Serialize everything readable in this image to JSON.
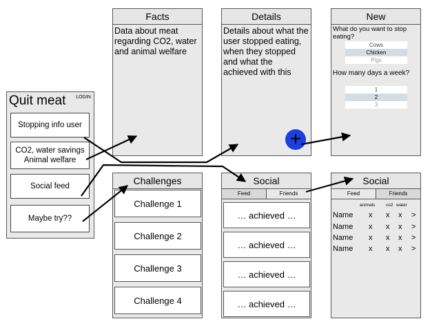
{
  "quit_meat": {
    "title": "Quit meat",
    "login": "LOGIN",
    "buttons": [
      "Stopping info user",
      "CO2, water savings\nAnimal welfare",
      "Social feed",
      "Maybe try??"
    ]
  },
  "facts": {
    "title": "Facts",
    "text": "Data about meat regarding CO2, water and animal welfare"
  },
  "details": {
    "title": "Details",
    "text": "Details about what the user stopped eating, when they stopped and what the achieved with this",
    "add_symbol": "+"
  },
  "new": {
    "title": "New",
    "question1": "What do you want to stop eating?",
    "picker1": [
      "Cows",
      "Chicken",
      "Pigs"
    ],
    "question2": "How many days a week?",
    "picker2": [
      "1",
      "2",
      "3"
    ]
  },
  "challenges": {
    "title": "Challenges",
    "items": [
      "Challenge 1",
      "Challenge 2",
      "Challenge 3",
      "Challenge 4"
    ]
  },
  "social_feed": {
    "title": "Social",
    "tabs": [
      "Feed",
      "Friends"
    ],
    "items": [
      "… achieved …",
      "… achieved …",
      "… achieved …",
      "… achieved …"
    ]
  },
  "social_friends": {
    "title": "Social",
    "tabs": [
      "Feed",
      "Friends"
    ],
    "headers": [
      "animals",
      "co2",
      "water"
    ],
    "rows": [
      {
        "name": "Name",
        "animals": "x",
        "co2": "x",
        "water": "x",
        "go": ">"
      },
      {
        "name": "Name",
        "animals": "x",
        "co2": "x",
        "water": "x",
        "go": ">"
      },
      {
        "name": "Name",
        "animals": "x",
        "co2": "x",
        "water": "x",
        "go": ">"
      },
      {
        "name": "Name",
        "animals": "x",
        "co2": "x",
        "water": "x",
        "go": ">"
      }
    ]
  }
}
